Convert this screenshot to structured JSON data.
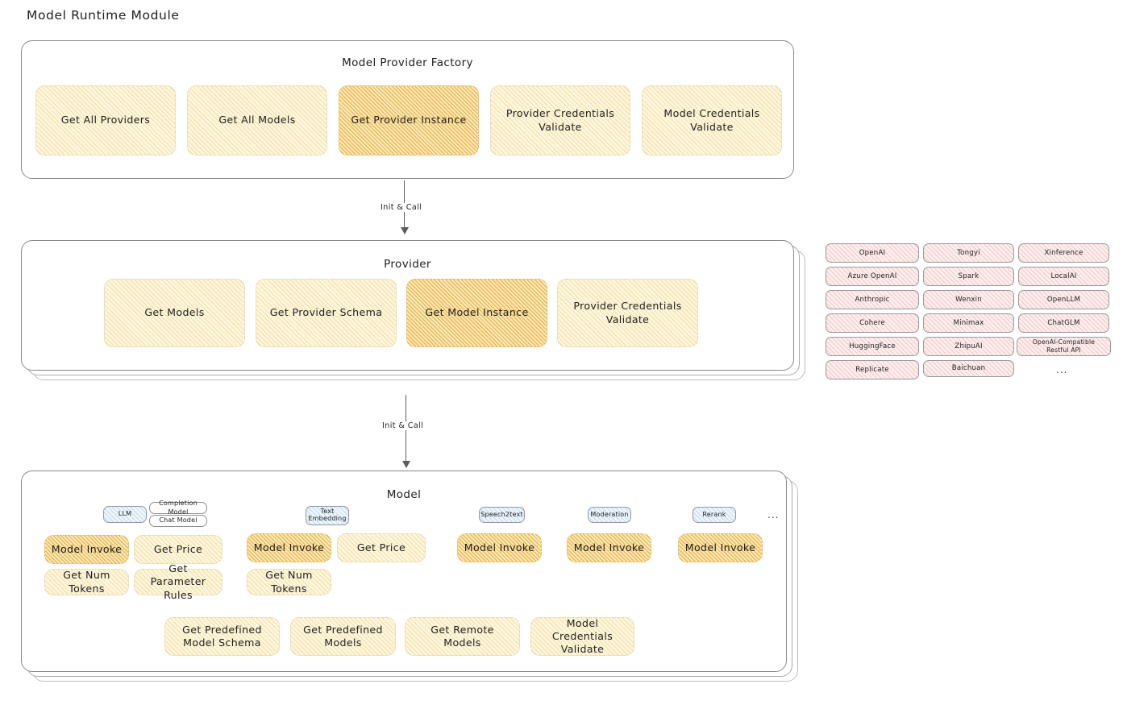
{
  "page": {
    "title": "Model Runtime Module"
  },
  "factory": {
    "title": "Model Provider Factory",
    "nodes": [
      {
        "label": "Get All Providers",
        "highlight": false
      },
      {
        "label": "Get All Models",
        "highlight": false
      },
      {
        "label": "Get Provider Instance",
        "highlight": true
      },
      {
        "label": "Provider Credentials Validate",
        "highlight": false
      },
      {
        "label": "Model Credentials Validate",
        "highlight": false
      }
    ]
  },
  "arrows": [
    {
      "label": "Init & Call"
    },
    {
      "label": "Init & Call"
    }
  ],
  "provider": {
    "title": "Provider",
    "nodes": [
      {
        "label": "Get Models",
        "highlight": false
      },
      {
        "label": "Get Provider Schema",
        "highlight": false
      },
      {
        "label": "Get Model Instance",
        "highlight": true
      },
      {
        "label": "Provider Credentials Validate",
        "highlight": false
      }
    ]
  },
  "provider_list": {
    "columns": [
      [
        "OpenAI",
        "Azure OpenAI",
        "Anthropic",
        "Cohere",
        "HuggingFace",
        "Replicate"
      ],
      [
        "Tongyi",
        "Spark",
        "Wenxin",
        "Minimax",
        "ZhipuAI",
        "Baichuan"
      ],
      [
        "Xinference",
        "LocalAI",
        "OpenLLM",
        "ChatGLM",
        "OpenAI-Compatible Restful API"
      ]
    ],
    "more": "..."
  },
  "model": {
    "title": "Model",
    "more": "...",
    "types": [
      {
        "name": "LLM",
        "badges": [
          "Completion Model",
          "Chat Model"
        ],
        "ops": [
          {
            "label": "Model Invoke",
            "highlight": true
          },
          {
            "label": "Get Price",
            "highlight": false
          },
          {
            "label": "Get Num Tokens",
            "highlight": false
          },
          {
            "label": "Get Parameter Rules",
            "highlight": false
          }
        ]
      },
      {
        "name": "Text Embedding",
        "badges": [],
        "ops": [
          {
            "label": "Model Invoke",
            "highlight": true
          },
          {
            "label": "Get Price",
            "highlight": false
          },
          {
            "label": "Get Num Tokens",
            "highlight": false
          }
        ]
      },
      {
        "name": "Speech2text",
        "badges": [],
        "ops": [
          {
            "label": "Model Invoke",
            "highlight": true
          }
        ]
      },
      {
        "name": "Moderation",
        "badges": [],
        "ops": [
          {
            "label": "Model Invoke",
            "highlight": true
          }
        ]
      },
      {
        "name": "Rerank",
        "badges": [],
        "ops": [
          {
            "label": "Model Invoke",
            "highlight": true
          }
        ]
      }
    ],
    "common_ops": [
      {
        "label": "Get Predefined Model Schema"
      },
      {
        "label": "Get Predefined Models"
      },
      {
        "label": "Get Remote Models"
      },
      {
        "label": "Model Credentials Validate"
      }
    ]
  },
  "colors": {
    "highlight_fill": "#fbe9bd",
    "node_fill": "#fdf6df",
    "provider_chip_fill": "#fdeeee",
    "badge_fill": "#eef5fb",
    "stroke": "#8a8a8a",
    "text": "#1e1e1e"
  }
}
